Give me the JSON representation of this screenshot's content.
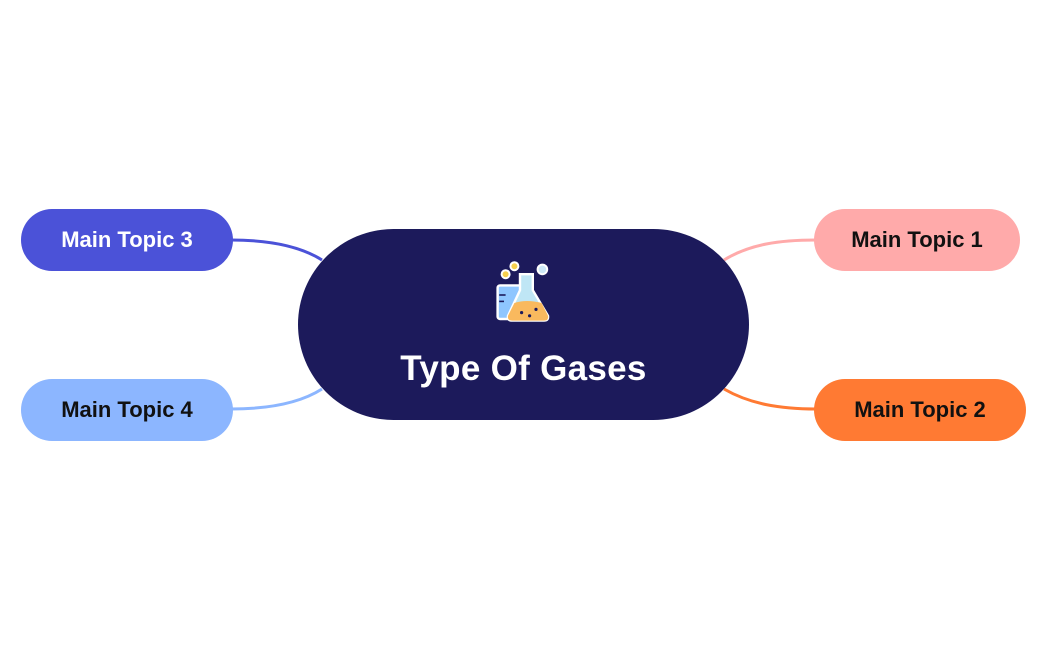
{
  "central": {
    "title": "Type Of Gases",
    "icon": "chemistry-flask-beaker-icon",
    "color": "#1c1a5b"
  },
  "topics": [
    {
      "label": "Main Topic 1",
      "color": "#ffaaaa",
      "side": "right"
    },
    {
      "label": "Main Topic 2",
      "color": "#ff7a33",
      "side": "right"
    },
    {
      "label": "Main Topic 3",
      "color": "#4b52d8",
      "side": "left"
    },
    {
      "label": "Main Topic 4",
      "color": "#8cb6ff",
      "side": "left"
    }
  ]
}
